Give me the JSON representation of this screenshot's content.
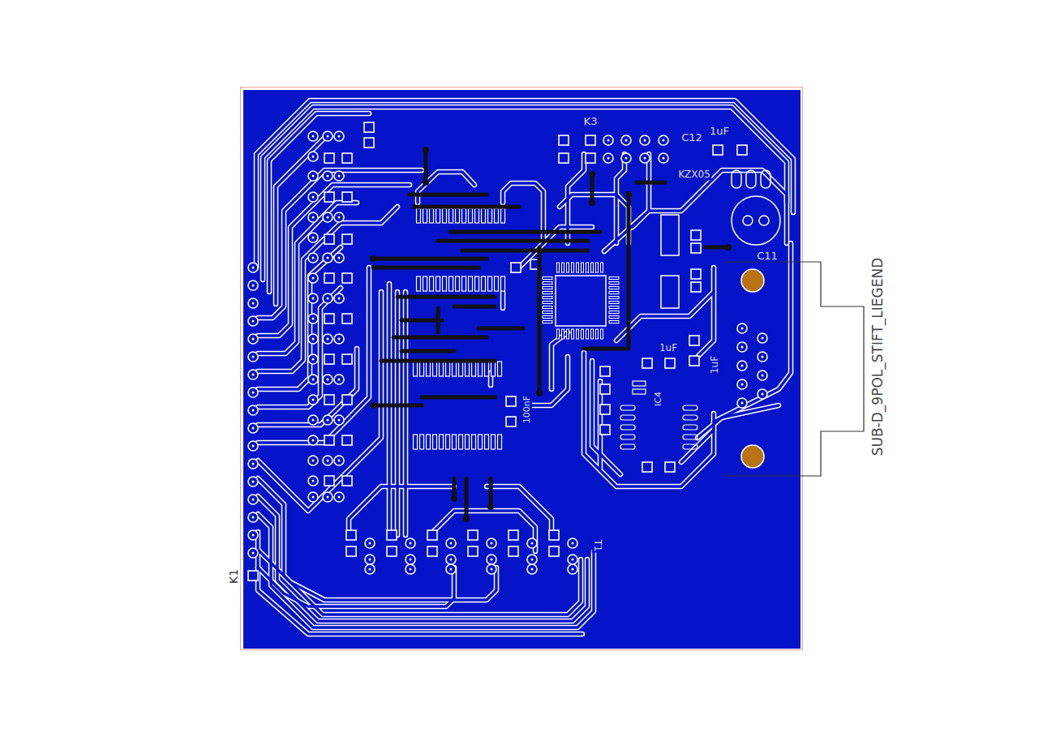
{
  "diagram": {
    "labels": [
      "K1",
      "K3",
      "C12",
      "1uF",
      "KZX05",
      "C11",
      "1uF",
      "1uF",
      "IC4",
      "100nF",
      "T1",
      "SUB-D_9POL_STIFT_LIEGEND"
    ]
  }
}
